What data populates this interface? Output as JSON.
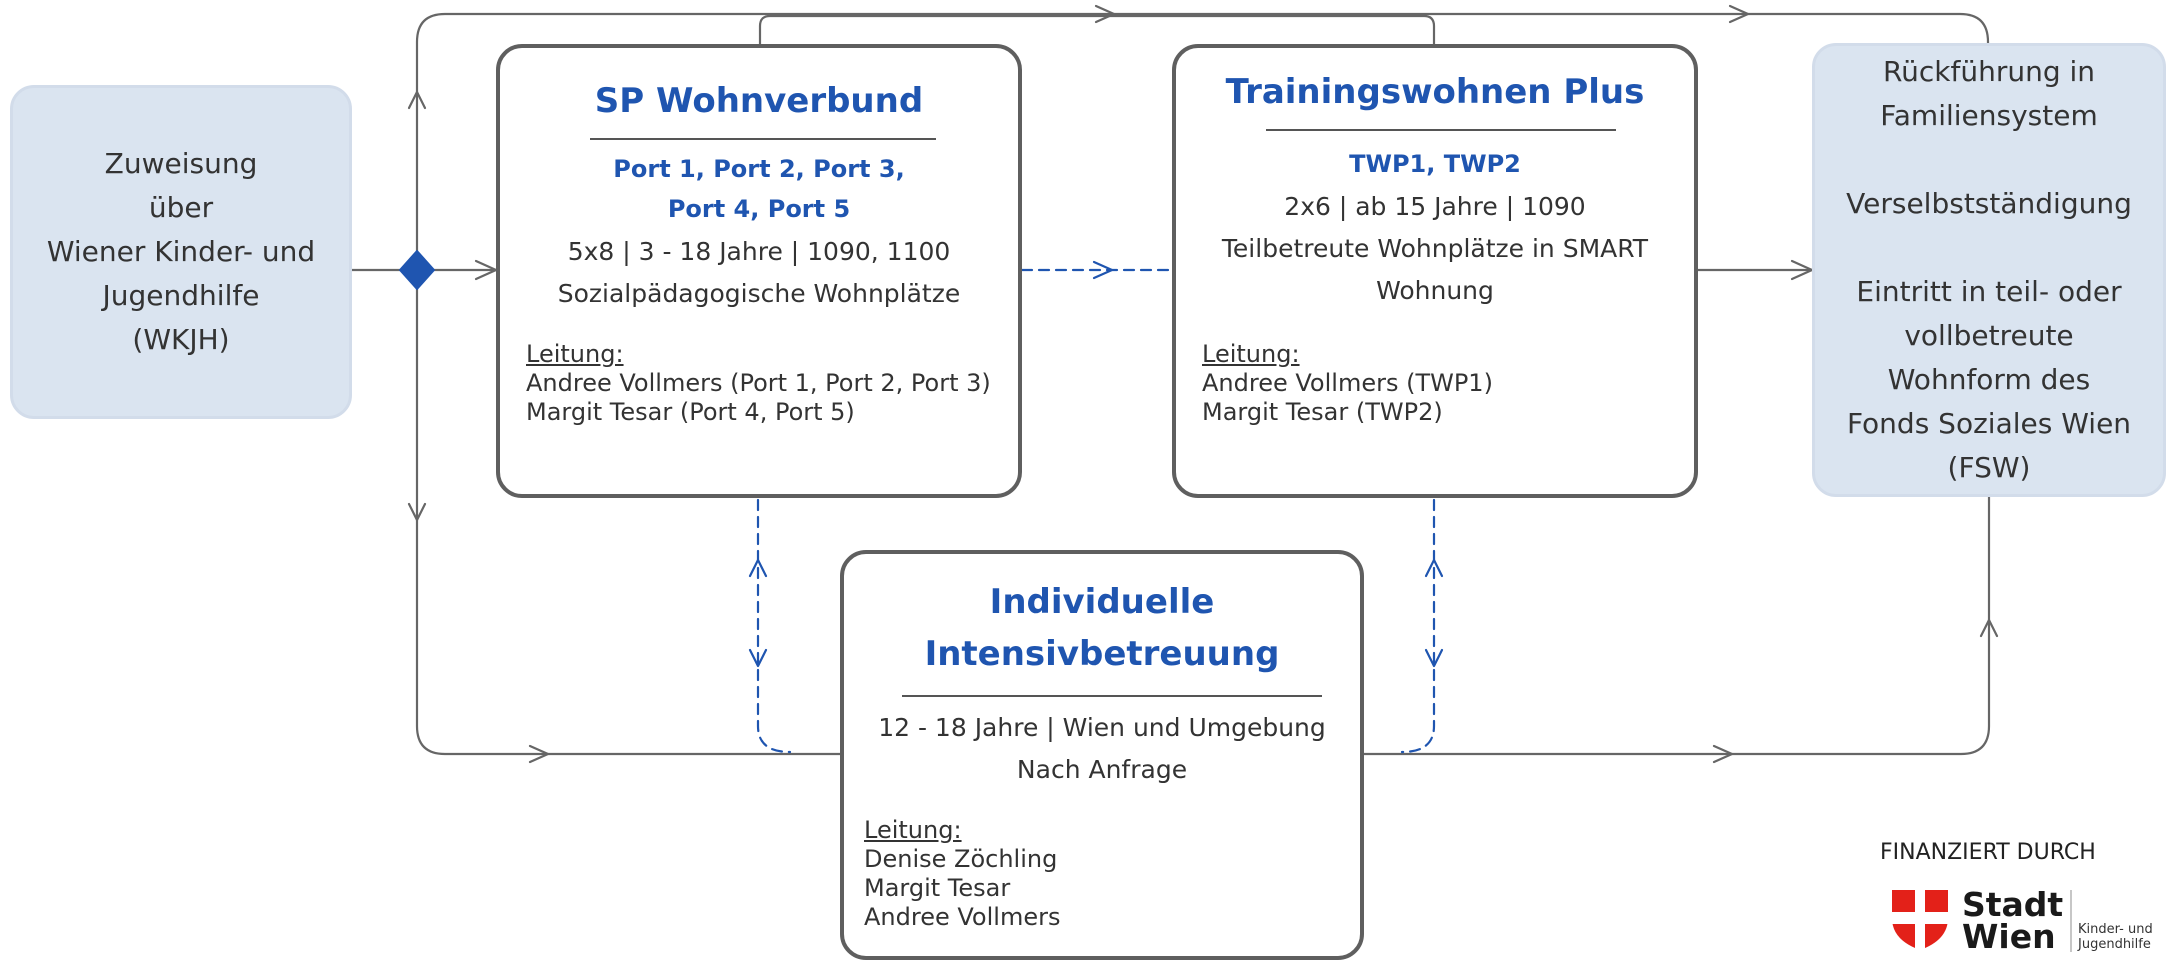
{
  "colors": {
    "accent_blue": "#1f55b0",
    "side_box_fill": "#dae4f0",
    "connector_gray": "#666666",
    "logo_red": "#e32119"
  },
  "assignment_box": {
    "lines": [
      "Zuweisung",
      "über",
      "Wiener Kinder- und",
      "Jugendhilfe",
      "(WKJH)"
    ]
  },
  "outcomes_box": {
    "lines": [
      "Rückführung in",
      "Familiensystem",
      "",
      "Verselbstständigung",
      "",
      "Eintritt in teil- oder",
      "vollbetreute",
      "Wohnform des",
      "Fonds Soziales Wien",
      "(FSW)"
    ]
  },
  "sp_wohnverbund": {
    "title": "SP Wohnverbund",
    "subtitle_lines": [
      "Port 1, Port 2, Port 3,",
      "Port 4, Port 5"
    ],
    "info_lines": [
      "5x8 | 3 - 18 Jahre | 1090, 1100",
      "Sozialpädagogische Wohnplätze"
    ],
    "lead_heading": "Leitung:",
    "lead_lines": [
      "Andree Vollmers (Port 1, Port 2, Port 3)",
      "Margit Tesar (Port 4, Port 5)"
    ]
  },
  "trainingswohnen": {
    "title": "Trainingswohnen Plus",
    "subtitle_lines": [
      "TWP1, TWP2"
    ],
    "info_lines": [
      "2x6 | ab 15 Jahre | 1090",
      "Teilbetreute Wohnplätze in SMART",
      "Wohnung"
    ],
    "lead_heading": "Leitung:",
    "lead_lines": [
      "Andree Vollmers (TWP1)",
      "Margit Tesar (TWP2)"
    ]
  },
  "intensivbetreuung": {
    "title_lines": [
      "Individuelle",
      "Intensivbetreuung"
    ],
    "info_lines": [
      "12 - 18 Jahre | Wien und Umgebung",
      "Nach Anfrage"
    ],
    "lead_heading": "Leitung:",
    "lead_lines": [
      "Denise Zöchling",
      "Margit Tesar",
      "Andree Vollmers"
    ]
  },
  "funding": {
    "label": "FINANZIERT DURCH",
    "logo_words": [
      "Stadt",
      "Wien"
    ],
    "logo_small_lines": [
      "Kinder- und",
      "Jugendhilfe"
    ]
  }
}
